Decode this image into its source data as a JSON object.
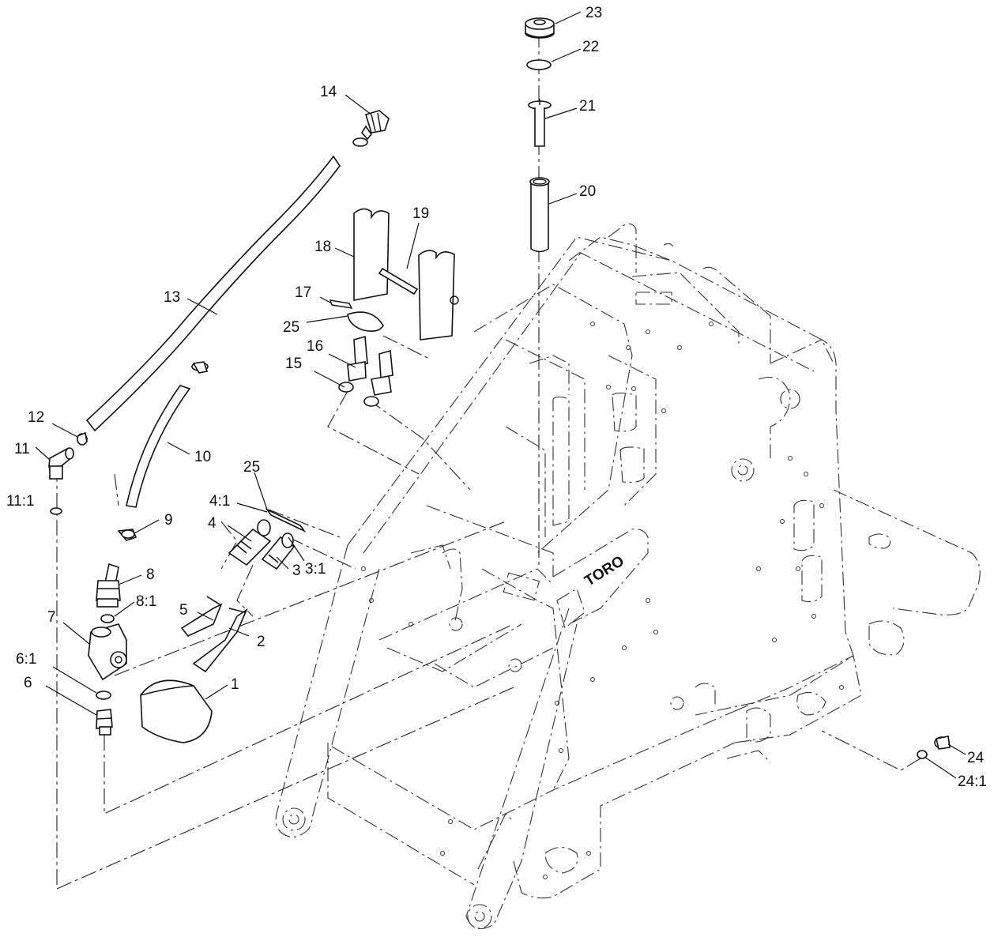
{
  "diagram": {
    "brand_text": "TORO",
    "callouts": [
      {
        "id": "c1",
        "label": "1"
      },
      {
        "id": "c2",
        "label": "2"
      },
      {
        "id": "c3",
        "label": "3"
      },
      {
        "id": "c3_1",
        "label": "3:1"
      },
      {
        "id": "c4",
        "label": "4"
      },
      {
        "id": "c4_1",
        "label": "4:1"
      },
      {
        "id": "c5",
        "label": "5"
      },
      {
        "id": "c6",
        "label": "6"
      },
      {
        "id": "c6_1",
        "label": "6:1"
      },
      {
        "id": "c7",
        "label": "7"
      },
      {
        "id": "c8",
        "label": "8"
      },
      {
        "id": "c8_1",
        "label": "8:1"
      },
      {
        "id": "c9",
        "label": "9"
      },
      {
        "id": "c10",
        "label": "10"
      },
      {
        "id": "c11",
        "label": "11"
      },
      {
        "id": "c11_1",
        "label": "11:1"
      },
      {
        "id": "c12",
        "label": "12"
      },
      {
        "id": "c13",
        "label": "13"
      },
      {
        "id": "c14",
        "label": "14"
      },
      {
        "id": "c15",
        "label": "15"
      },
      {
        "id": "c16",
        "label": "16"
      },
      {
        "id": "c17",
        "label": "17"
      },
      {
        "id": "c18",
        "label": "18"
      },
      {
        "id": "c19",
        "label": "19"
      },
      {
        "id": "c20",
        "label": "20"
      },
      {
        "id": "c21",
        "label": "21"
      },
      {
        "id": "c22",
        "label": "22"
      },
      {
        "id": "c23",
        "label": "23"
      },
      {
        "id": "c24",
        "label": "24"
      },
      {
        "id": "c24_1",
        "label": "24:1"
      },
      {
        "id": "c25a",
        "label": "25"
      },
      {
        "id": "c25b",
        "label": "25"
      }
    ]
  }
}
